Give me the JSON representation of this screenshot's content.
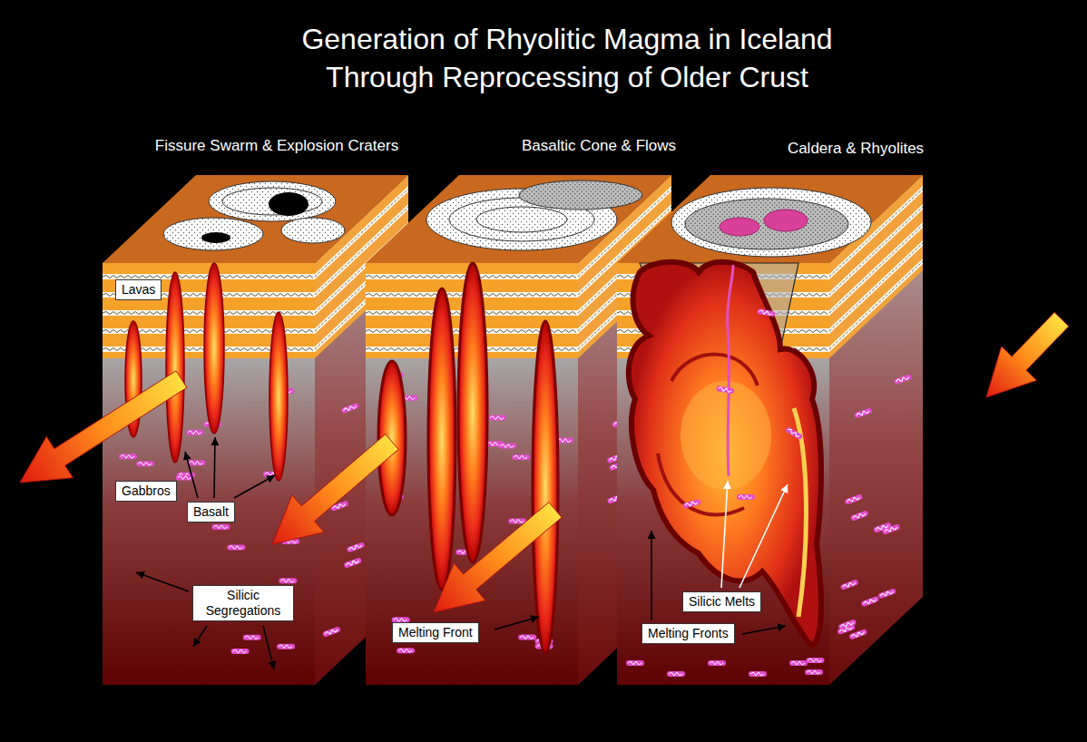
{
  "diagram": {
    "title": "Generation of Rhyolitic Magma in Iceland Through Reprocessing of Older Crust",
    "labels": [
      "Fissure Swarm & Explosion Craters",
      "Basaltic Cone & Flows",
      "Caldera & Rhyolites",
      "Lavas",
      "Gabbros",
      "Basalt",
      "Silicic Segregations",
      "Melting Front",
      "Silicic Melts",
      "Melting Fronts"
    ]
  }
}
